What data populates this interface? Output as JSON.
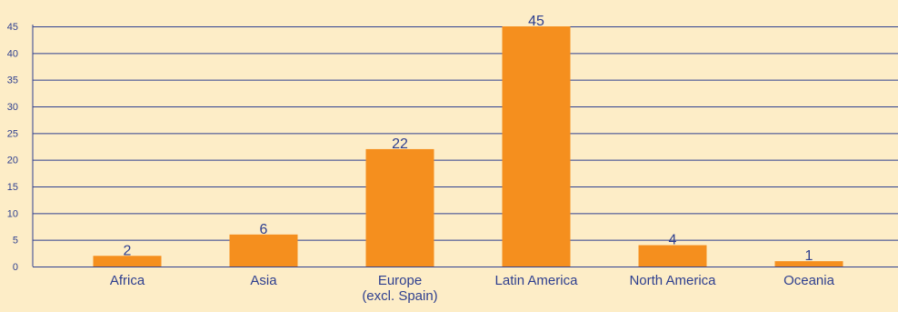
{
  "chart_data": {
    "type": "bar",
    "categories": [
      [
        "Africa"
      ],
      [
        "Asia"
      ],
      [
        "Europe",
        "(excl. Spain)"
      ],
      [
        "Latin America"
      ],
      [
        "North America"
      ],
      [
        "Oceania"
      ]
    ],
    "values": [
      2,
      6,
      22,
      45,
      4,
      1
    ],
    "data_labels": [
      "2",
      "6",
      "22",
      "45",
      "4",
      "1"
    ],
    "ylim": [
      0,
      45
    ],
    "yticks": [
      0,
      5,
      10,
      15,
      20,
      25,
      30,
      35,
      40,
      45
    ],
    "title": "",
    "xlabel": "",
    "ylabel": "",
    "grid": true,
    "legend": "none"
  },
  "colors": {
    "background": "#fdedc7",
    "bar": "#f58f1e",
    "gridline": "#2e3f8f",
    "axis_text": "#2e3f8f",
    "data_label_text": "#2e3f8f"
  }
}
